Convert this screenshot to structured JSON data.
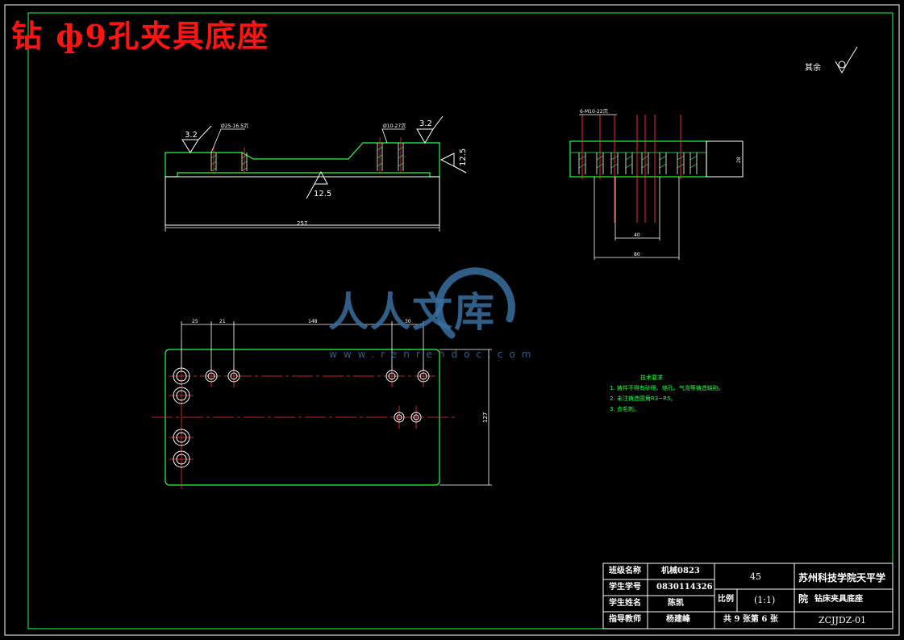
{
  "drawing_title": "钻 ф9孔夹具底座",
  "surface_remark": "其余",
  "watermark": {
    "name": "人人文库",
    "url": "www.renrendoc.com"
  },
  "front_view": {
    "roughness_left": "3.2",
    "roughness_right": "3.2",
    "roughness_bottom": "12.5",
    "roughness_side": "12.5",
    "callout_left": "Ø25-16.5沉",
    "callout_right": "Ø10-27沉",
    "dim_length": "257"
  },
  "side_view": {
    "callout": "6-M10-22沉",
    "dim_height": "28",
    "dim_inner": "40",
    "dim_outer": "80"
  },
  "top_view": {
    "dims": [
      "25",
      "21",
      "148",
      "30"
    ],
    "dim_width": "127"
  },
  "tech_notes": {
    "title": "技术要求",
    "items": [
      "1. 铸件不得有砂眼、缩孔、气泡等铸造缺陷。",
      "2. 未注铸造圆角R3~R5。",
      "3. 去毛刺。"
    ]
  },
  "title_block": {
    "class_label": "班级名称",
    "class_value": "机械0823",
    "id_label": "学生学号",
    "id_value": "0830114326",
    "student_label": "学生姓名",
    "student_value": "陈凯",
    "teacher_label": "指导教师",
    "teacher_value": "杨建峰",
    "material": "45",
    "scale_label": "比例",
    "scale_value": "(1:1)",
    "sheets": "共 9 张第 6 张",
    "school_line1": "苏州科技学院天平学",
    "school_line2": "院",
    "part_name": "钻床夹具底座",
    "drawing_no": "ZCJJDZ-01"
  }
}
